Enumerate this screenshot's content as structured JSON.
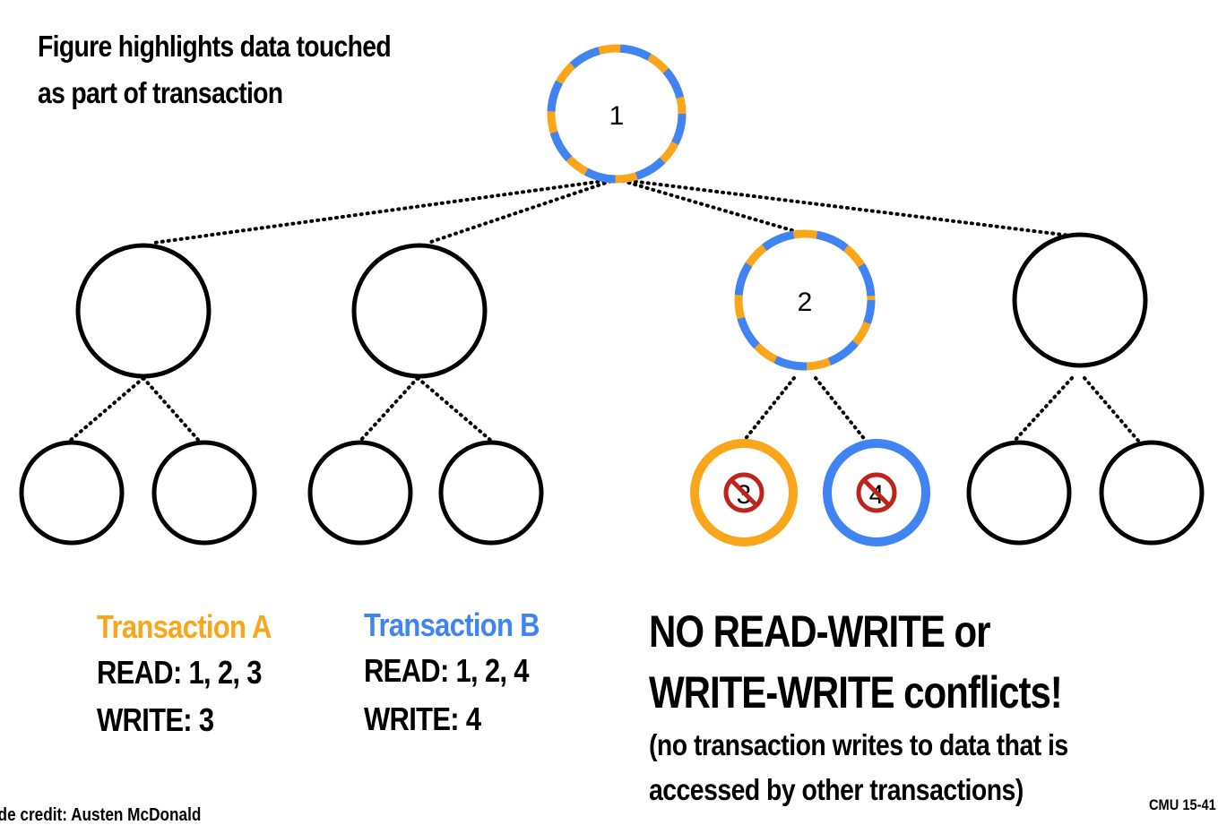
{
  "caption_lines": [
    "Figure highlights data touched",
    "as part of transaction"
  ],
  "colors": {
    "transaction_a": "#F9A61A",
    "transaction_b": "#3F84F2",
    "node_outline": "#000000",
    "prohibited_symbol": "#C0231E"
  },
  "tree": {
    "root_label": "1",
    "node2_label": "2",
    "node3_label": "3",
    "node4_label": "4",
    "node3_icon": "prohibited-icon",
    "node4_icon": "prohibited-icon"
  },
  "transaction_a": {
    "title": "Transaction A",
    "read": "READ: 1, 2, 3",
    "write": "WRITE: 3"
  },
  "transaction_b": {
    "title": "Transaction B",
    "read": "READ: 1, 2, 4",
    "write": "WRITE: 4"
  },
  "conclusion": {
    "headline_line1": "NO READ-WRITE or",
    "headline_line2": "WRITE-WRITE conflicts!",
    "note_line1": "(no transaction writes to data that is",
    "note_line2": "accessed by other transactions)"
  },
  "footer": {
    "credit": "lide credit: Austen McDonald",
    "course": "CMU 15-41"
  }
}
